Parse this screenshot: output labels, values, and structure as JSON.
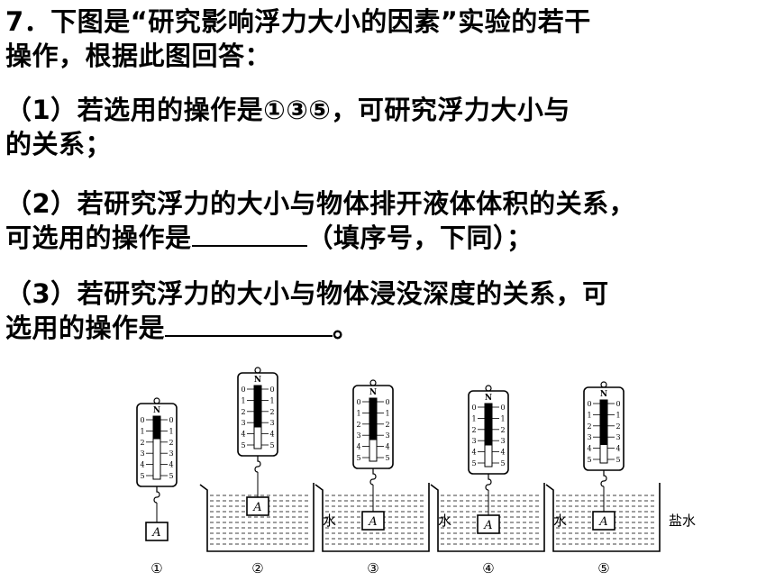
{
  "question": {
    "line1": "7．下图是“研究影响浮力大小的因素”实验的若干",
    "line2": "操作，根据此图回答：",
    "part1_a": "（1）若选用的操作是①③⑤，可研究浮力大小与",
    "part1_b": "的关系；",
    "part2_a": "（2）若研究浮力的大小与物体排开液体体积的关系，",
    "part2_b_prefix": "可选用的操作是",
    "part2_b_suffix": "（填序号，下同）；",
    "part3_a": "（3）若研究浮力的大小与物体浸没深度的关系，可",
    "part3_b_prefix": "选用的操作是",
    "part3_b_suffix": "。"
  },
  "diagram": {
    "block_label": "A",
    "scale_top": "N",
    "scale_ticks": [
      "0",
      "1",
      "2",
      "3",
      "4",
      "5"
    ],
    "liquid_labels": [
      "水",
      "水",
      "水",
      "盐水"
    ],
    "step_labels": [
      "①",
      "②",
      "③",
      "④",
      "⑤"
    ]
  }
}
